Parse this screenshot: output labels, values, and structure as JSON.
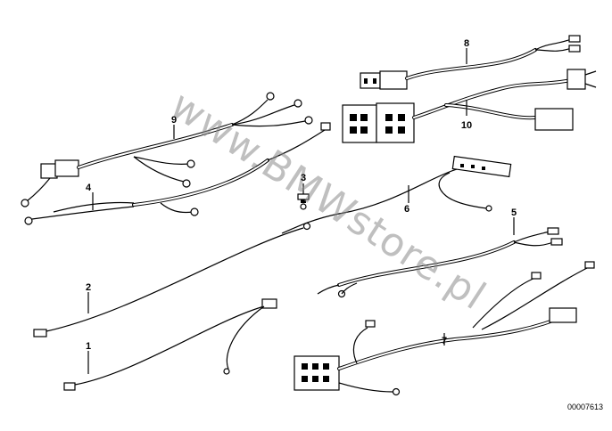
{
  "diagram": {
    "part_labels": [
      "1",
      "2",
      "3",
      "4",
      "5",
      "6",
      "7",
      "8",
      "9",
      "10"
    ],
    "watermark": "www.BMWstore.pl",
    "diagram_code": "00007613"
  }
}
